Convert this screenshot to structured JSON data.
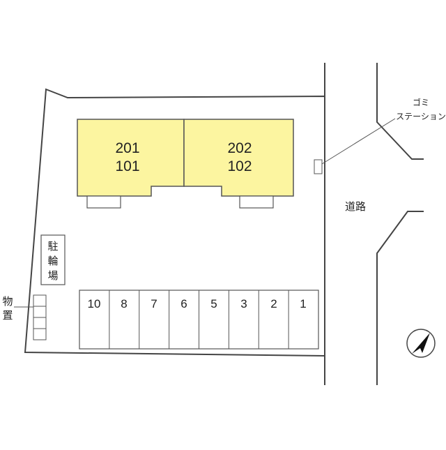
{
  "buildings": [
    {
      "upper": "201",
      "lower": "101"
    },
    {
      "upper": "202",
      "lower": "102"
    }
  ],
  "bicycle_parking": [
    "駐",
    "輪",
    "場"
  ],
  "storage": [
    "物",
    "置"
  ],
  "parking_spaces": [
    "10",
    "8",
    "7",
    "6",
    "5",
    "3",
    "2",
    "1"
  ],
  "garbage_station": {
    "line1": "ゴミ",
    "line2": "ステーション"
  },
  "road_label": "道路",
  "north_icon": "north-arrow-icon",
  "colors": {
    "building_fill": "#fcf5a0",
    "building_stroke": "#555555"
  }
}
